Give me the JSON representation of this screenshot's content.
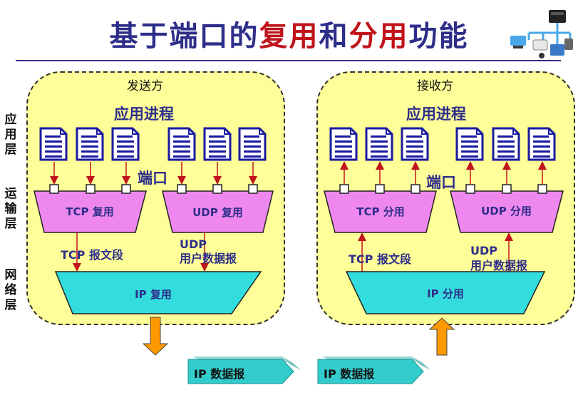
{
  "title": {
    "part1": "基于端口的",
    "part2": "复用",
    "part3": "和",
    "part4": "分用",
    "part5": "功能"
  },
  "layers": {
    "application": "应用层",
    "transport": "运输层",
    "network": "网络层"
  },
  "sender": {
    "title": "发送方",
    "app_process": "应用进程",
    "port_label": "端口",
    "tcp_mux": "TCP 复用",
    "udp_mux": "UDP 复用",
    "tcp_flow": "TCP 报文段",
    "udp_flow_line1": "UDP",
    "udp_flow_line2": "用户数据报",
    "ip_mux": "IP 复用"
  },
  "receiver": {
    "title": "接收方",
    "app_process": "应用进程",
    "port_label": "端口",
    "tcp_demux": "TCP 分用",
    "udp_demux": "UDP 分用",
    "tcp_flow": "TCP 报文段",
    "udp_flow_line1": "UDP",
    "udp_flow_line2": "用户数据报",
    "ip_demux": "IP 分用"
  },
  "datagrams": [
    "IP 数据报",
    "IP 数据报"
  ],
  "colors": {
    "title": "#2e2e8a",
    "title_highlight": "#c0141c",
    "panel_fill": "#ffff99",
    "mux_fill": "#ee88ee",
    "ip_fill": "#33dddd",
    "arrow_red": "#c0141c",
    "orange_arrow": "#ff9900",
    "doc_blue": "#1a1aa0"
  }
}
